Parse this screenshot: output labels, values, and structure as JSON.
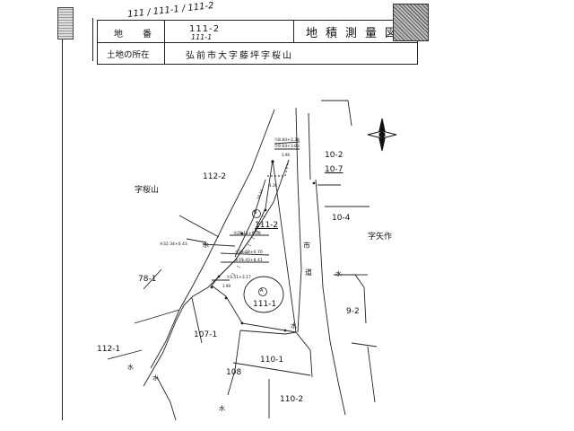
{
  "header": {
    "handwritten_top": "111 / 111-1 / 111-2",
    "handwritten_mid": "111-1",
    "chiban_label": "地　番",
    "chiban_value": "111-2",
    "location_label": "土地の所在",
    "location_value": "弘前市大字藤坪字桜山",
    "title": "地積測量図"
  },
  "map": {
    "parcels": {
      "p112_2": "112-2",
      "p10_2": "10-2",
      "p10_7": "10-7",
      "p10_4": "10-4",
      "p111_2": "111-2",
      "p111_1": "111-1",
      "p78_1": "78-1",
      "p107_1": "107-1",
      "p112_1": "112-1",
      "p108": "108",
      "p110_1": "110-1",
      "p110_2": "110-2",
      "p9_2": "9-2"
    },
    "areas": {
      "aza_sakurayama": "字桜山",
      "aza_yasaku": "字矢作"
    },
    "road_chars": {
      "shi": "市",
      "dou": "道"
    },
    "water": "水",
    "markers": {
      "a": "A",
      "b": "B"
    },
    "measurements": [
      "①8.84+3.38",
      "①9.64+3.83",
      "③28.11+8.08",
      "④32.34+0.43",
      "⑤28.58+0.70",
      "⑥13.43+8.41",
      "⑦3.51+3.17"
    ],
    "short_dims": [
      "3.98",
      "4.20",
      "3.98",
      "16.14"
    ]
  }
}
